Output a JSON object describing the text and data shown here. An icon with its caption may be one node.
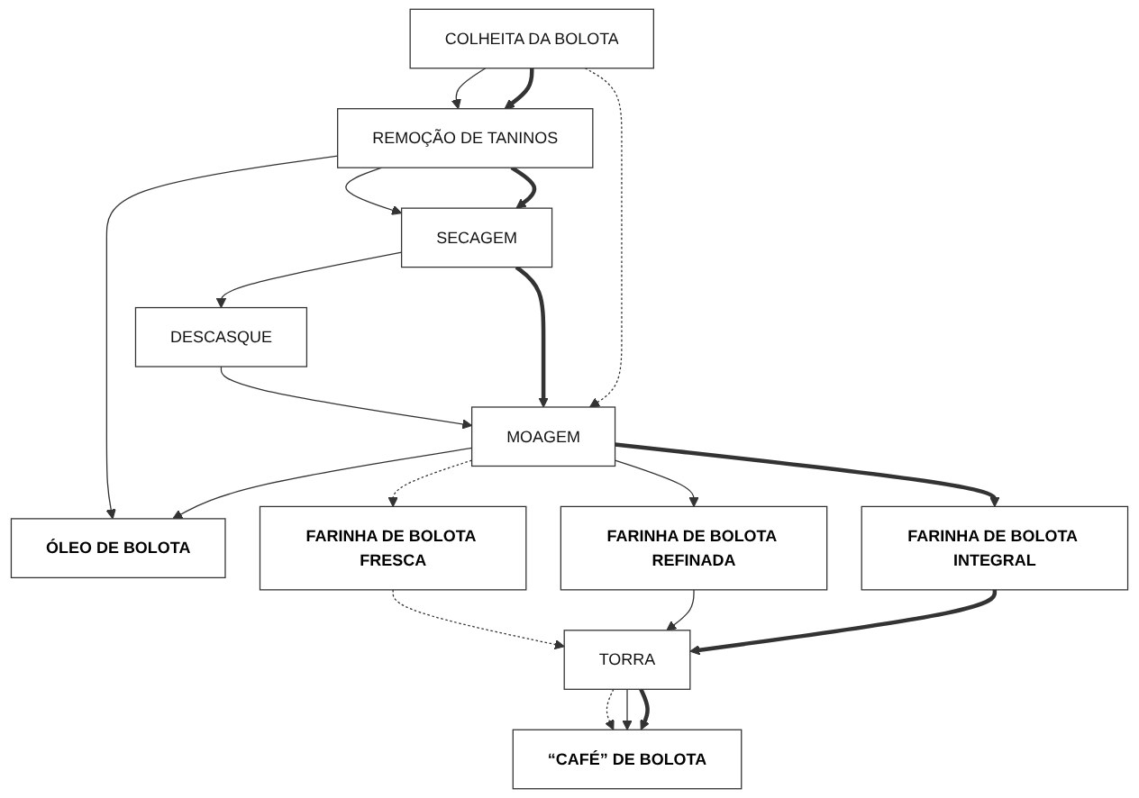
{
  "diagram": {
    "nodes": [
      {
        "text": [
          "COLHEITA DA BOLOTA"
        ]
      },
      {
        "text": [
          "REMOÇÃO DE TANINOS"
        ]
      },
      {
        "text": [
          "ÓLEO DE BOLOTA"
        ]
      },
      {
        "text": [
          "SECAGEM"
        ]
      },
      {
        "text": [
          "DESCASQUE"
        ]
      },
      {
        "text": [
          "MOAGEM"
        ]
      },
      {
        "text": [
          "FARINHA DE BOLOTA FRESCA"
        ]
      },
      {
        "text": [
          "FARINHA DE BOLOTA REFINADA"
        ]
      },
      {
        "text": [
          "FARINHA DE BOLOTA INTEGRAL"
        ]
      },
      {
        "text": [
          "TORRA"
        ]
      },
      {
        "text": [
          "“CAFÉ” DE BOLOTA"
        ]
      }
    ],
    "edges": [
      {
        "from": 0,
        "to": 1,
        "arrow": "to"
      },
      {
        "from": 0,
        "to": 1,
        "arrow": "to",
        "style": "thick"
      },
      {
        "from": 1,
        "to": 3,
        "arrow": "to"
      },
      {
        "from": 1,
        "to": 3,
        "arrow": "to",
        "style": "thick"
      },
      {
        "from": 1,
        "to": 2,
        "arrow": "to"
      },
      {
        "from": 3,
        "to": 4,
        "arrow": "to"
      },
      {
        "from": 4,
        "to": 5,
        "arrow": "to"
      },
      {
        "from": 5,
        "to": 2,
        "arrow": "to"
      },
      {
        "from": 3,
        "to": 5,
        "arrow": "to",
        "style": "thick"
      },
      {
        "from": 0,
        "to": 5,
        "arrow": "to",
        "style": "dashed"
      },
      {
        "from": 5,
        "to": 6,
        "arrow": "to",
        "style": "dashed"
      },
      {
        "from": 5,
        "to": 7,
        "arrow": "to"
      },
      {
        "from": 5,
        "to": 8,
        "arrow": "to",
        "style": "thick"
      },
      {
        "from": 6,
        "to": 9,
        "arrow": "to",
        "style": "dashed"
      },
      {
        "from": 7,
        "to": 9,
        "arrow": "to"
      },
      {
        "from": 8,
        "to": 9,
        "arrow": "to",
        "style": "thick"
      },
      {
        "from": 9,
        "to": 10,
        "arrow": "to",
        "style": "dashed"
      },
      {
        "from": 9,
        "to": 10,
        "arrow": "to"
      },
      {
        "from": 9,
        "to": 10,
        "arrow": "to",
        "style": "thick"
      }
    ]
  }
}
